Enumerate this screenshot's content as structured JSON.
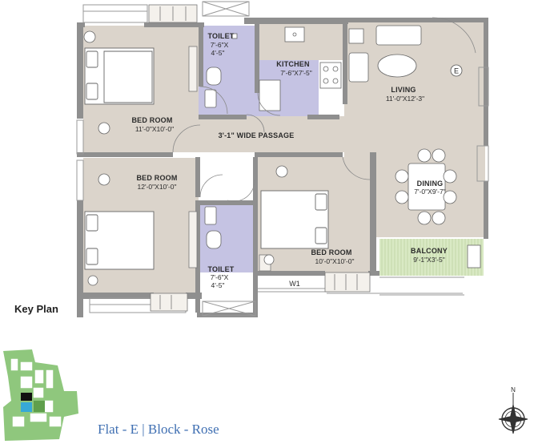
{
  "key_plan": {
    "title": "Key Plan"
  },
  "caption": "Flat - E | Block - Rose",
  "compass": {
    "north_label": "N"
  },
  "rooms": {
    "bedroom_1": {
      "name": "BED ROOM",
      "dims": "11'-0\"X10'-0\""
    },
    "toilet_1": {
      "name": "TOILET",
      "dims": "7'-6\"X",
      "dims2": "4'-5\""
    },
    "kitchen": {
      "name": "KITCHEN",
      "dims": "7'-6\"X7'-5\""
    },
    "living": {
      "name": "LIVING",
      "dims": "11'-0\"X12'-3\""
    },
    "passage": {
      "name": "3'-1\" WIDE PASSAGE"
    },
    "bedroom_2": {
      "name": "BED ROOM",
      "dims": "12'-0\"X10'-0\""
    },
    "toilet_2": {
      "name": "TOILET",
      "dims": "7'-6\"X",
      "dims2": "4'-5\""
    },
    "bedroom_3": {
      "name": "BED ROOM",
      "dims": "10'-0\"X10'-0\""
    },
    "dining": {
      "name": "DINING",
      "dims": "7'-0\"X9'-7\""
    },
    "balcony": {
      "name": "BALCONY",
      "dims": "9'-1\"X3'-5\""
    }
  },
  "markers": {
    "entry": "E",
    "window": "W1"
  },
  "colors": {
    "floor": "#dbd4cb",
    "wet_area": "#c5c3e3",
    "balcony": "#d9e9c4",
    "wall": "#8f8f8f",
    "key_plan_green": "#8fc77d",
    "highlight_black": "#111111",
    "highlight_blue": "#37a9d6",
    "caption_blue": "#3f6fb2"
  }
}
